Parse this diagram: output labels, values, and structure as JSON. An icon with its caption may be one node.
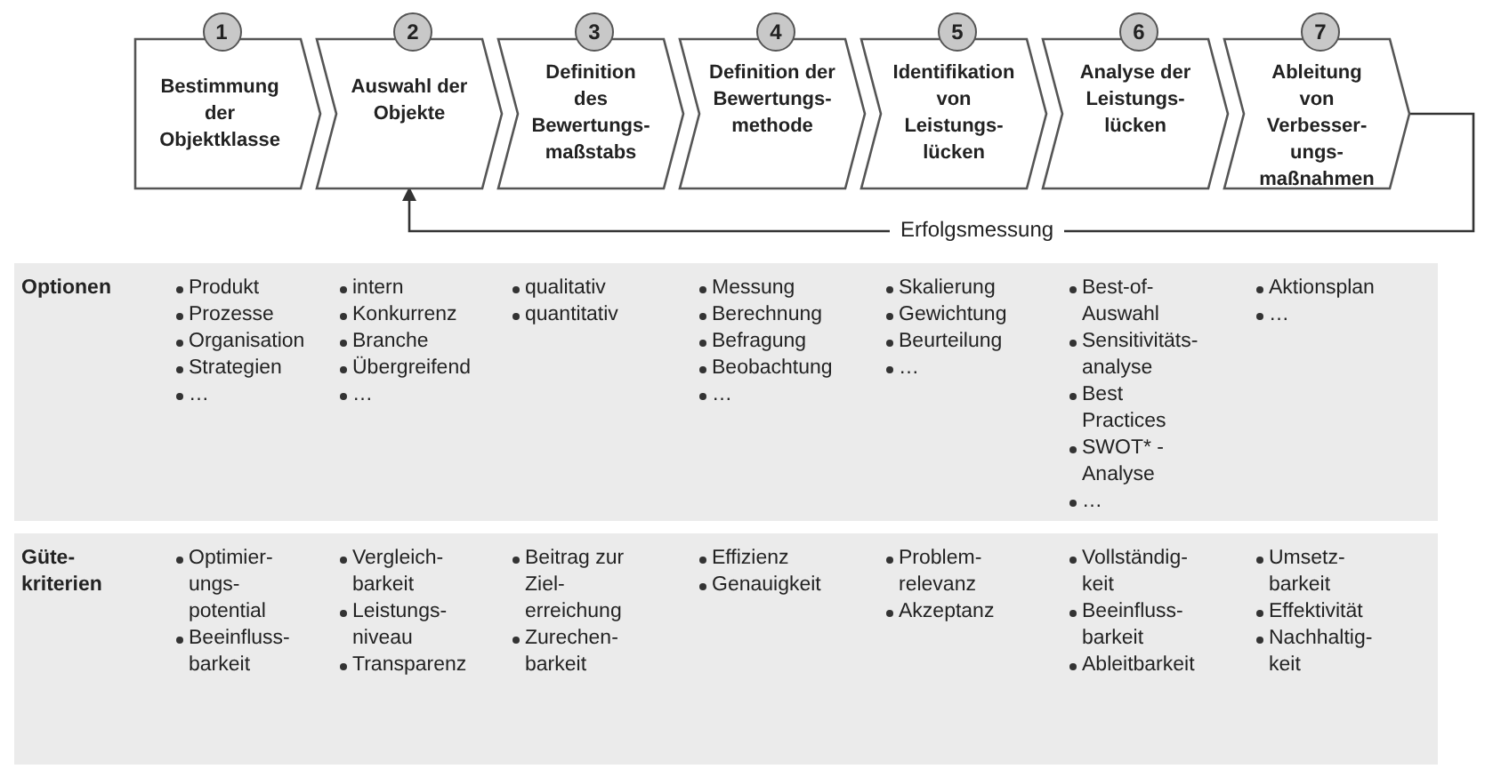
{
  "diagram": {
    "nodes": [
      {
        "text": [
          "1",
          "Bestimmung der Objektklasse"
        ]
      },
      {
        "text": [
          "2",
          "Auswahl der Objekte"
        ]
      },
      {
        "text": [
          "3",
          "Definition des Bewertungs- maßstabs"
        ]
      },
      {
        "text": [
          "4",
          "Definition der Bewertungs- methode"
        ]
      },
      {
        "text": [
          "5",
          "Identifikation von Leistungs- lücken"
        ]
      },
      {
        "text": [
          "6",
          "Analyse der Leistungs- lücken"
        ]
      },
      {
        "text": [
          "7",
          "Ableitung von Verbesser- ungs- maßnahmen"
        ]
      }
    ],
    "edges": [
      {
        "from": 6,
        "to": 1,
        "arrow": "to",
        "label": "Erfolgsmessung"
      }
    ],
    "labels": [
      "Optionen",
      "Produkt",
      "Prozesse",
      "Organisation",
      "Strategien",
      "…",
      "intern",
      "Konkurrenz",
      "Branche",
      "Übergreifend",
      "…",
      "qualitativ",
      "quantitativ",
      "Messung",
      "Berechnung",
      "Befragung",
      "Beobachtung",
      "…",
      "Skalierung",
      "Gewichtung",
      "Beurteilung",
      "…",
      "Best-of- Auswahl",
      "Sensitivitäts- analyse",
      "Best Practices",
      "SWOT* - Analyse",
      "…",
      "Aktionsplan",
      "…",
      "Güte- kriterien",
      "Optimier- ungs- potential",
      "Beeinfluss- barkeit",
      "Vergleich- barkeit",
      "Leistungs- niveau",
      "Transparenz",
      "Beitrag zur Ziel- erreichung",
      "Zurechen- barkeit",
      "Effizienz",
      "Genauigkeit",
      "Problem- relevanz",
      "Akzeptanz",
      "Vollständig- keit",
      "Beeinfluss- barkeit",
      "Ableitbarkeit",
      "Umsetz- barkeit",
      "Effektivität",
      "Nachhaltig- keit"
    ]
  }
}
